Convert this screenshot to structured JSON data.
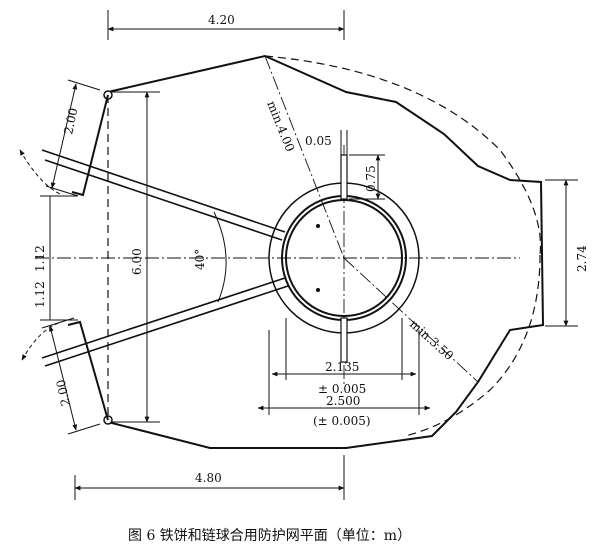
{
  "caption": "图 6   铁饼和链球合用防护网平面（单位：m）",
  "dimensions": {
    "top_width": "4.20",
    "bottom_width": "4.80",
    "min_radius_top": "min.4.00",
    "min_radius_bottom": "min.3.50",
    "left_height": "6.00",
    "upper_wing": "2.00",
    "lower_wing": "2.00",
    "upper_half": "1.12",
    "lower_half": "1.12",
    "right_flat": "2.74",
    "sector_angle": "40°",
    "rail_width": "0.05",
    "rail_length": "0.75",
    "inner_diameter": "2.135",
    "inner_tolerance": "± 0.005",
    "outer_diameter": "2.500",
    "outer_tolerance": "(± 0.005)"
  },
  "colors": {
    "line": "#111111",
    "background": "#ffffff"
  }
}
